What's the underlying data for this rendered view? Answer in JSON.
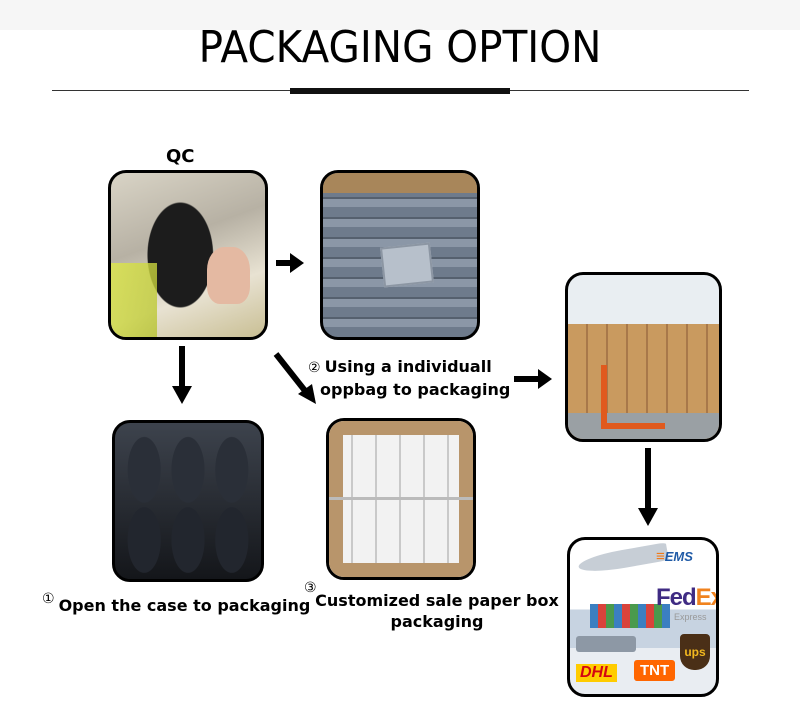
{
  "title": "PACKAGING OPTION",
  "qc_label": "QC",
  "steps": [
    {
      "number": "①",
      "text": "Open the case to packaging"
    },
    {
      "number": "②",
      "line1": "Using a individuall",
      "line2": "oppbag to packaging"
    },
    {
      "number": "③",
      "line1": "Customized sale paper box",
      "line2": "packaging"
    }
  ],
  "logos": {
    "ems": "EMS",
    "fedex_fed": "Fed",
    "fedex_ex": "Ex",
    "fedex_sub": "Express",
    "ups": "ups",
    "dhl": "DHL",
    "tnt": "TNT"
  },
  "colors": {
    "accent": "#000000",
    "fedex_purple": "#3f2b83",
    "fedex_orange": "#f0821e",
    "dhl_red": "#d40511",
    "dhl_yellow": "#ffcc00",
    "tnt_orange": "#ff6600",
    "ups_brown": "#4a2f17",
    "ups_gold": "#f2b81f"
  }
}
